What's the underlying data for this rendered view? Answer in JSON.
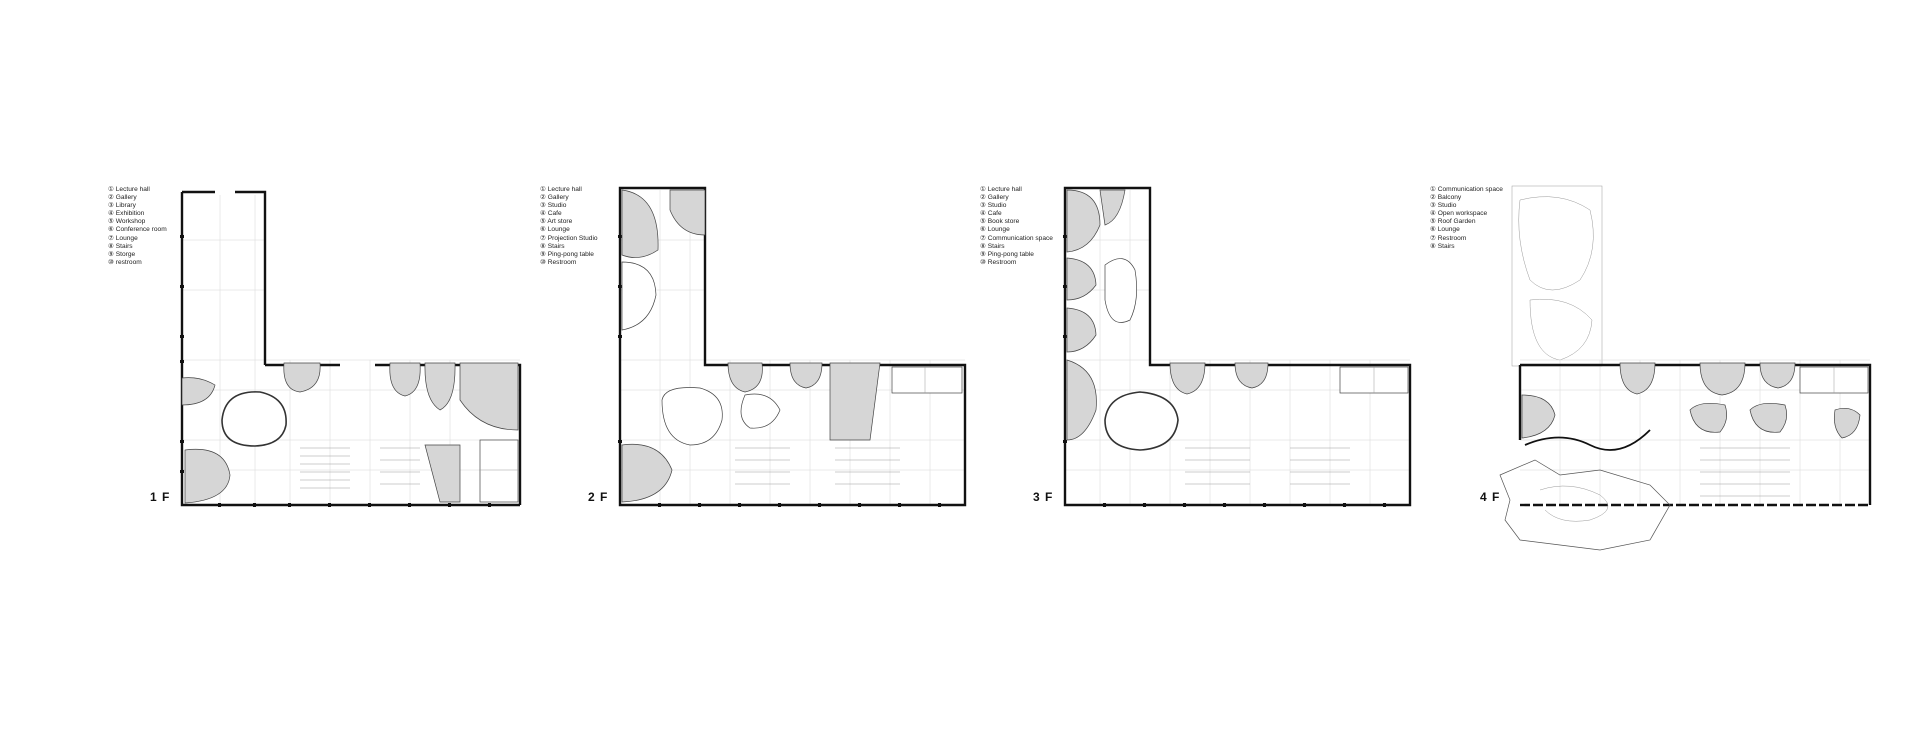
{
  "floors": [
    {
      "label": "1 F",
      "legend": [
        "① Lecture hall",
        "② Gallery",
        "③ Library",
        "④ Exhibition",
        "⑤ Workshop",
        "⑥ Conference room",
        "⑦ Lounge",
        "⑧ Stairs",
        "⑨ Storge",
        "⑩ restroom"
      ]
    },
    {
      "label": "2 F",
      "legend": [
        "① Lecture hall",
        "② Gallery",
        "③ Studio",
        "④ Cafe",
        "⑤ Art store",
        "⑥ Lounge",
        "⑦ Projection Studio",
        "⑧ Stairs",
        "⑨ Ping-pong table",
        "⑩ Restroom"
      ]
    },
    {
      "label": "3 F",
      "legend": [
        "① Lecture hall",
        "② Gallery",
        "③ Studio",
        "④ Cafe",
        "⑤ Book store",
        "⑥ Lounge",
        "⑦ Communication space",
        "⑧ Stairs",
        "⑨ Ping-pong table",
        "⑩ Restroom"
      ]
    },
    {
      "label": "4 F",
      "legend": [
        "① Communication space",
        "② Balcony",
        "③ Studio",
        "④ Open workspace",
        "⑤ Roof Garden",
        "⑥ Lounge",
        "⑦ Restroom",
        "⑧ Stairs"
      ]
    }
  ],
  "colors": {
    "background": "#ffffff",
    "wall": "#111111",
    "fill_grey": "#d6d6d6",
    "grid": "#d6d6d6"
  }
}
